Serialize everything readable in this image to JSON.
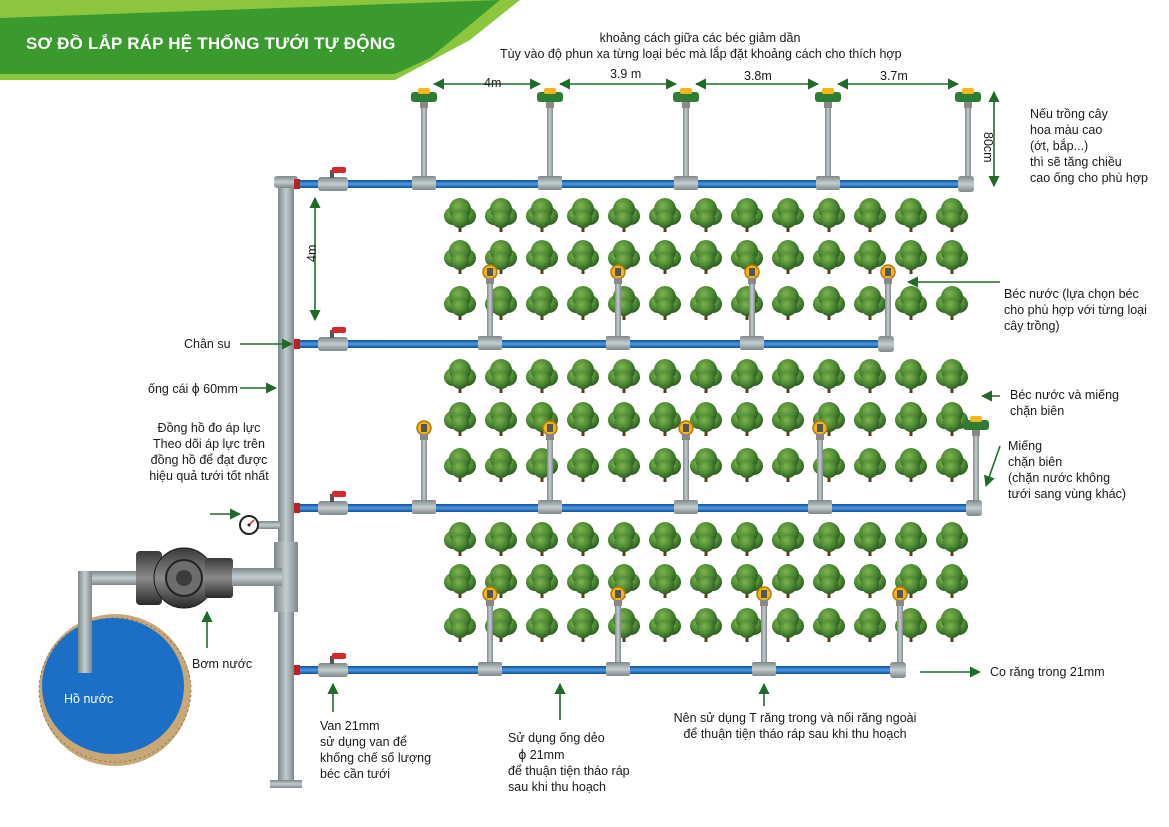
{
  "title": "SƠ ĐỒ LẮP RÁP HỆ THỐNG TƯỚI TỰ ĐỘNG",
  "colors": {
    "title_green": "#3a9a2e",
    "title_light": "#8cc63f",
    "pipe_blue": "#1f6fc2",
    "pipe_gray": "#9aa5a8",
    "valve_red": "#d62a2a",
    "sprinkler_green": "#2e7d32",
    "sprinkler_yellow": "#f2b619",
    "tree_green": "#4c8a34",
    "pond_blue": "#1b6fc6",
    "pond_rim": "#c8a877",
    "arrow_green": "#1e6b2a"
  },
  "header_note": {
    "line1": "khoảng cách giữa các béc giảm dần",
    "line2": "Tùy vào độ phun xa từng loại béc mà lắp đặt khoảng cách cho thích hợp"
  },
  "spacings": [
    "4m",
    "3.9 m",
    "3.8m",
    "3.7m"
  ],
  "riser_height": "80cm",
  "row_spacing": "4m",
  "pond": "Hồ nước",
  "pump": "Bơm nước",
  "labels": {
    "raise_note": [
      "Nếu trồng cây",
      "hoa màu cao",
      "(ớt, bắp...)",
      "thì sẽ tăng chiều",
      "cao ống cho phù hợp"
    ],
    "sprinkler": [
      "Béc nước (lựa chọn béc",
      "cho phù hợp với từng loại",
      "cây trồng)"
    ],
    "edge_sprinkler": [
      "Béc nước và miếng",
      "chặn biên"
    ],
    "edge_block": [
      "Miếng",
      "chặn biên",
      "(chặn nước không",
      "tưới sang vùng khác)"
    ],
    "rubber_seal": "Chân su",
    "main_pipe_prefix": "ống cái",
    "main_pipe_size": "60mm",
    "gauge": [
      "Đồng hồ đo áp lực",
      "Theo dõi áp lực trên",
      "đồng hồ để đạt được",
      "hiệu quả tưới tốt nhất"
    ],
    "elbow": "Co răng trong 21mm",
    "valve": [
      "Van 21mm",
      "sử dụng van để",
      "khống chế số lượng",
      "béc cần tưới"
    ],
    "flex_pipe_line1": "Sử dụng ống dẻo",
    "flex_pipe_size": "21mm",
    "flex_pipe_rest": [
      "để thuận tiện tháo ráp",
      "sau khi thu hoạch"
    ],
    "tee": [
      "Nên sử dụng T răng trong và nối răng ngoài",
      "để thuận tiện tháo ráp sau khi thu hoạch"
    ]
  },
  "phi_symbol": "ϕ"
}
